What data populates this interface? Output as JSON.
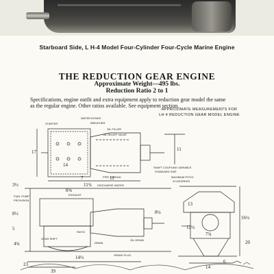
{
  "photo": {
    "caption": "Starboard Side, L H-4 Model Four-Cylinder Four-Cycle Marine Engine"
  },
  "heading": {
    "title": "THE REDUCTION GEAR ENGINE",
    "weight": "Approximate Weight—495 lbs.",
    "ratio": "Reduction Ratio 2 to 1"
  },
  "paragraph": {
    "line1": "Specifications, engine outfit and extra equipment apply to reduction gear model the same",
    "line2": "as the regular engine. Other ratios available. See equipment section."
  },
  "drawing_title": {
    "line1": "APPROXIMATE MEASUREMENTS FOR",
    "line2": "LH 4 REDUCTION GEAR MODEL ENGINE"
  },
  "labels": {
    "water_intake": "WATER INTAKE",
    "breather": "BREATHER",
    "oil_filler": "OIL FILLER",
    "oil_relief_valve": "OIL RELIEF VALVE",
    "starter": "STARTER",
    "pipe_thread": "PIPE THREAD",
    "discharge_water": "DISCHARGE WATER",
    "shaft_coupling": "SHAFT COUPLING VARIABLE",
    "standard_size": "STANDARD SIZE",
    "fuel_pump": "FUEL PUMP",
    "provision": "PROVISION",
    "drain": "DRAIN",
    "gear_shift": "GEAR SHIFT",
    "oil_drain": "OIL DRAIN",
    "spark_plug": "SPARK PLUG",
    "maximum_pitch": "MAXIMUM PITCH",
    "degrees": "20 DEGREES",
    "exhaust": "EXHAUST",
    "ratio": "RATIO"
  },
  "dims": [
    "14",
    "7",
    "11",
    "11¾",
    "3½",
    "8⅝",
    "14½",
    "39",
    "12½",
    "14",
    "17",
    "8½",
    "5",
    "7¾",
    "4¾",
    "16½",
    "11",
    "20",
    "6",
    "13",
    "8¼",
    "23"
  ]
}
